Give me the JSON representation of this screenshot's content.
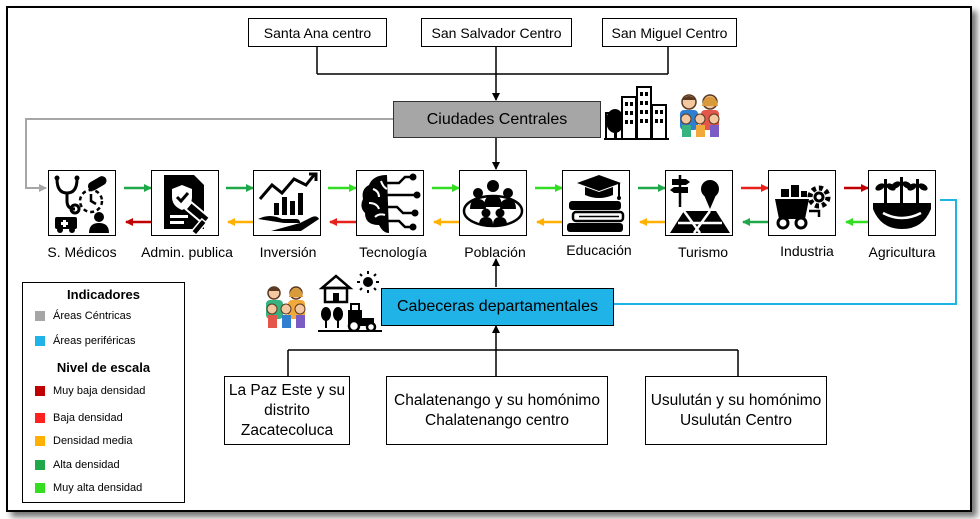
{
  "top_sources": [
    "Santa Ana centro",
    "San Salvador Centro",
    "San Miguel Centro"
  ],
  "central_banner": "Ciudades Centrales",
  "departmental_banner": "Cabeceras departamentales",
  "nodes": [
    {
      "label": "S. Médicos",
      "icon": "medical-icon"
    },
    {
      "label": "Admin. publica",
      "icon": "public-admin-icon"
    },
    {
      "label": "Inversión",
      "icon": "investment-icon"
    },
    {
      "label": "Tecnología",
      "icon": "technology-icon"
    },
    {
      "label": "Población",
      "icon": "population-icon"
    },
    {
      "label": "Educación",
      "icon": "education-icon"
    },
    {
      "label": "Turismo",
      "icon": "tourism-icon"
    },
    {
      "label": "Industria",
      "icon": "industry-icon"
    },
    {
      "label": "Agricultura",
      "icon": "agriculture-icon"
    }
  ],
  "bottom_sources": [
    "La Paz Este y su distrito Zacatecoluca",
    "Chalatenango y su homónimo Chalatenango centro",
    "Usulután y su homónimo Usulután Centro"
  ],
  "legend": {
    "title": "Indicadores",
    "areas": [
      {
        "label": "Áreas Céntricas",
        "color": "#a6a6a6"
      },
      {
        "label": "Áreas periféricas",
        "color": "#1fb3e8"
      }
    ],
    "scale_title": "Nivel de escala",
    "scale": [
      {
        "label": "Muy baja densidad",
        "color": "#c00000"
      },
      {
        "label": "Baja densidad",
        "color": "#ff2020"
      },
      {
        "label": "Densidad media",
        "color": "#ffb000"
      },
      {
        "label": "Alta densidad",
        "color": "#1fa84a"
      },
      {
        "label": "Muy alta densidad",
        "color": "#33dd22"
      }
    ]
  }
}
